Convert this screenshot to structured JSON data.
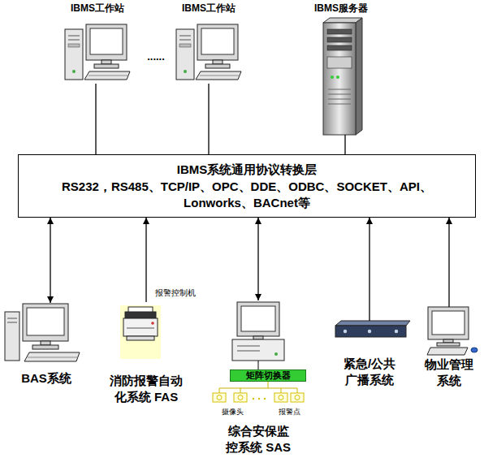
{
  "diagram": {
    "nodes": [
      {
        "text": [
          "IBMS工作站"
        ]
      },
      {
        "text": [
          "IBMS工作站"
        ]
      },
      {
        "text": [
          "IBMS服务器"
        ]
      },
      {
        "text": [
          "IBMS系统通用协议转换层",
          "RS232，RS485、TCP/IP、OPC、DDE、ODBC、SOCKET、API、 Lonworks、BACnet等"
        ]
      },
      {
        "text": [
          "BAS系统"
        ]
      },
      {
        "text": [
          "消防报警自动 化系统 FAS"
        ]
      },
      {
        "text": [
          "综合安保监 控系统 SAS"
        ]
      },
      {
        "text": [
          "矩阵切换器"
        ],
        "in": 6
      },
      {
        "text": [
          "紧急/公共 广播系统"
        ]
      },
      {
        "text": [
          "物业管理 系统"
        ]
      }
    ],
    "edges": [
      {
        "from": 0,
        "to": 3,
        "arrow": "none"
      },
      {
        "from": 1,
        "to": 3,
        "arrow": "none"
      },
      {
        "from": 2,
        "to": 3,
        "arrow": "none"
      },
      {
        "from": 3,
        "to": 4,
        "arrow": "both"
      },
      {
        "from": 5,
        "to": 3,
        "arrow": "to"
      },
      {
        "from": 3,
        "to": 6,
        "arrow": "both"
      },
      {
        "from": 8,
        "to": 3,
        "arrow": "to"
      },
      {
        "from": 9,
        "to": 3,
        "arrow": "to"
      }
    ],
    "labels": [
      "......",
      "报警控制机",
      "摄像头",
      "报警点"
    ]
  }
}
